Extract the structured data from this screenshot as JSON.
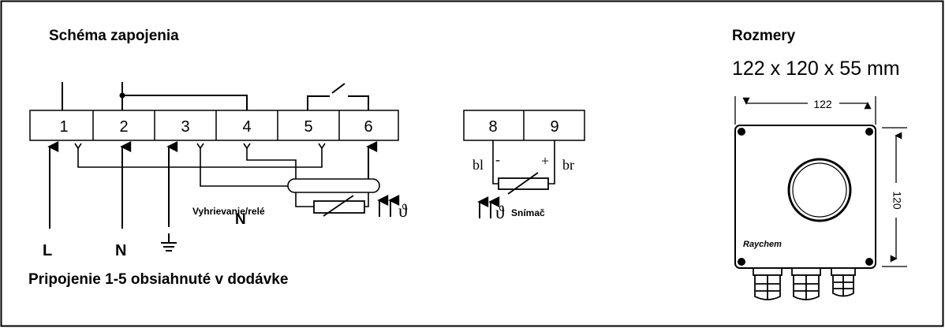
{
  "schema": {
    "title": "Schéma zapojenia",
    "terminals_main": [
      "1",
      "2",
      "3",
      "4",
      "5",
      "6"
    ],
    "terminals_sensor": [
      "8",
      "9"
    ],
    "neutral_marker": "N",
    "supply_labels": {
      "line": "L",
      "neutral": "N"
    },
    "heating_label": "Vyhrievanie/relé",
    "sensor_label": "Snímač",
    "sensor_wire_left": "bl",
    "sensor_wire_right": "br",
    "sensor_minus": "-",
    "sensor_plus": "+",
    "theta_symbol": "ϑ",
    "footnote": "Pripojenie 1-5 obsiahnuté v dodávke"
  },
  "dimensions": {
    "title": "Rozmery",
    "size_text": "122 x 120 x 55 mm",
    "width_label": "122",
    "height_label": "120",
    "brand": "Raychem"
  }
}
